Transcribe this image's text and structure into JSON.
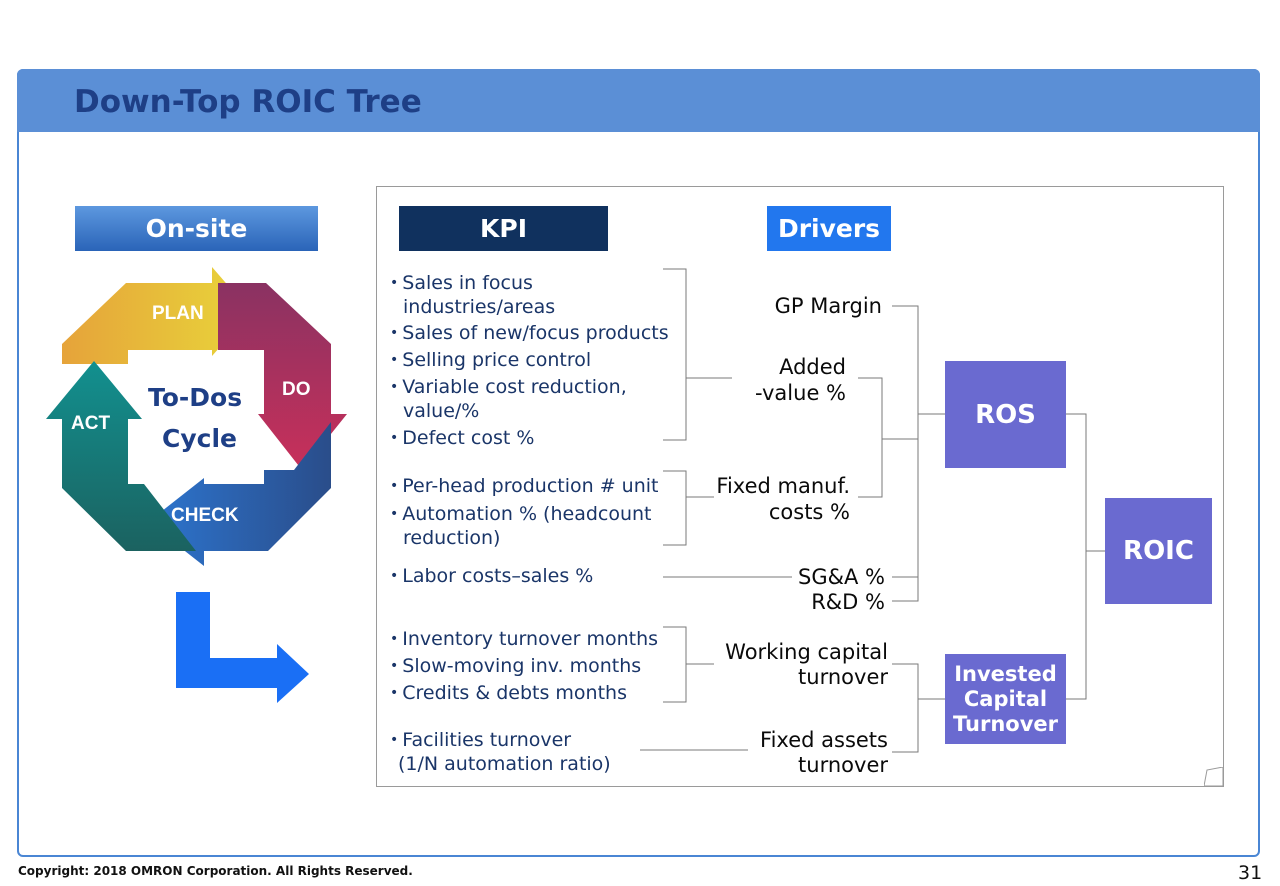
{
  "title": "Down-Top ROIC Tree",
  "headers": {
    "onsite": "On-site",
    "kpi": "KPI",
    "drivers": "Drivers"
  },
  "cycle": {
    "plan": "PLAN",
    "do": "DO",
    "check": "CHECK",
    "act": "ACT",
    "center_line1": "To-Dos",
    "center_line2": "Cycle"
  },
  "kpi_items": [
    {
      "bullet": "•",
      "text": "Sales in focus"
    },
    {
      "text": "industries/areas"
    },
    {
      "bullet": "•",
      "text": "Sales of new/focus products"
    },
    {
      "bullet": "•",
      "text": "Selling price control"
    },
    {
      "bullet": "•",
      "text": "Variable cost reduction,"
    },
    {
      "text": "value/%"
    },
    {
      "bullet": "•",
      "text": "Defect cost %"
    },
    {
      "bullet": "•",
      "text": "Per-head production # unit"
    },
    {
      "bullet": "•",
      "text": "Automation % (headcount"
    },
    {
      "text": "reduction)"
    },
    {
      "bullet": "•",
      "text": "Labor costs–sales %"
    },
    {
      "bullet": "•",
      "text": "Inventory turnover months"
    },
    {
      "bullet": "•",
      "text": "Slow-moving inv. months"
    },
    {
      "bullet": "•",
      "text": "Credits & debts months"
    },
    {
      "bullet": "•",
      "text": "Facilities turnover"
    },
    {
      "text": "(1/N automation ratio)"
    }
  ],
  "drivers": [
    "GP Margin",
    "Added",
    "-value %",
    "Fixed manuf.",
    "costs %",
    "SG&A %",
    "R&D %",
    "Working capital",
    "turnover",
    "Fixed assets",
    "turnover"
  ],
  "outcomes": {
    "ros": "ROS",
    "roic": "ROIC",
    "invested1": "Invested",
    "invested2": "Capital",
    "invested3": "Turnover"
  },
  "footer": {
    "copyright": "Copyright: 2018 OMRON Corporation. All Rights Reserved.",
    "page": "31"
  },
  "colors": {
    "accent": "#5b8fd6",
    "navy": "#10315e",
    "drivers": "#2277ee",
    "box": "#6a6ad0",
    "title_text": "#1e3f86"
  },
  "icons": [
    "cycle-octagon-icon",
    "l-arrow-icon"
  ]
}
